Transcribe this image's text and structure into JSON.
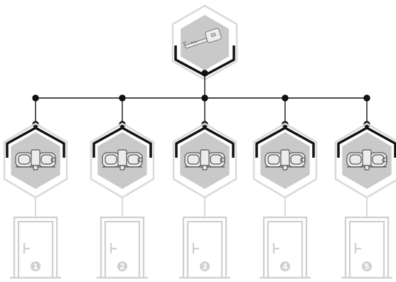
{
  "diagram": {
    "type": "master-key-system",
    "master_key": {
      "icon": "key-icon"
    },
    "cylinder_icon": "lock-cylinder-icon",
    "door_icon": "door-icon",
    "doors": [
      {
        "number": "1"
      },
      {
        "number": "2"
      },
      {
        "number": "3"
      },
      {
        "number": "4"
      },
      {
        "number": "5"
      }
    ],
    "colors": {
      "connector": "#111111",
      "hex_outline": "#d9d9d9",
      "hex_fill": "#c9c9c9",
      "door": "#cfcfcf",
      "door_badge_text": "#ffffff"
    }
  }
}
